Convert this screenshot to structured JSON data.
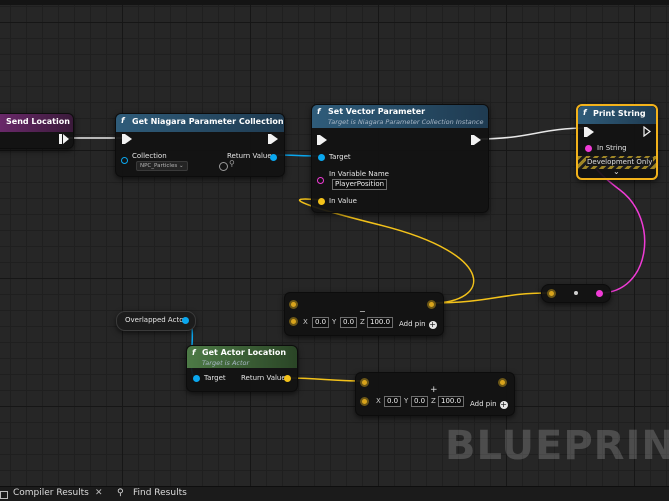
{
  "colors": {
    "exec": "#f2f2f2",
    "object_pin": "#0aa7ee",
    "vector_pin": "#f3c21a",
    "string_pin": "#f03bd6",
    "accent_selected": "#f2b21b"
  },
  "nodes": {
    "send_location": {
      "title": "Send Location"
    },
    "get_npc": {
      "title": "Get Niagara Parameter Collection",
      "collection_label": "Collection",
      "collection_value": "NPC_Particles",
      "return_label": "Return Value"
    },
    "set_vector": {
      "title": "Set Vector Parameter",
      "subtitle": "Target is Niagara Parameter Collection Instance",
      "target_label": "Target",
      "var_label": "In Variable Name",
      "var_value": "PlayerPosition",
      "in_value_label": "In Value"
    },
    "print_string": {
      "title": "Print String",
      "in_string_label": "In String",
      "dev_only_label": "Development Only"
    },
    "overlapped_actor": {
      "title": "Overlapped Actor"
    },
    "get_actor_location": {
      "title": "Get Actor Location",
      "subtitle": "Target is Actor",
      "target_label": "Target",
      "return_label": "Return Value"
    },
    "add_upper": {
      "x_label": "X",
      "x": "0.0",
      "y_label": "Y",
      "y": "0.0",
      "z_label": "Z",
      "z": "100.0",
      "add_pin": "Add pin"
    },
    "add_lower": {
      "x_label": "X",
      "x": "0.0",
      "y_label": "Y",
      "y": "0.0",
      "z_label": "Z",
      "z": "100.0",
      "add_pin": "Add pin"
    }
  },
  "watermark": "BLUEPRINT",
  "tabs": [
    {
      "label": "Compiler Results"
    },
    {
      "label": "Find Results"
    }
  ],
  "icons": {
    "function": "function-f-icon",
    "close": "close-icon",
    "search": "search-icon",
    "expand": "chevron-down-icon",
    "add": "plus-circle-icon"
  }
}
